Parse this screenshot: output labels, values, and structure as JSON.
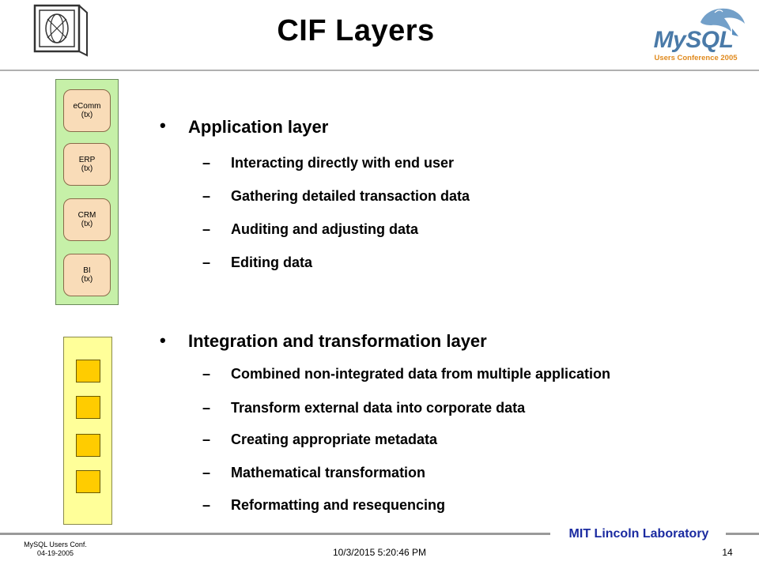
{
  "header": {
    "title": "CIF Layers",
    "mysql_logo_text": "MySQL",
    "mysql_conference": "Users Conference 2005"
  },
  "diagram_app": {
    "boxes": [
      {
        "name": "eComm",
        "sub": "(tx)"
      },
      {
        "name": "ERP",
        "sub": "(tx)"
      },
      {
        "name": "CRM",
        "sub": "(tx)"
      },
      {
        "name": "BI",
        "sub": "(tx)"
      }
    ],
    "colors": {
      "panel": "#c6f0a8",
      "box": "#f9dcb8"
    }
  },
  "diagram_int": {
    "colors": {
      "panel": "#ffff99",
      "box": "#ffcc00"
    }
  },
  "bullets": [
    {
      "symbol": "•",
      "text": "Application layer",
      "items": [
        {
          "dash": "–",
          "text": "Interacting directly with end user"
        },
        {
          "dash": "–",
          "text": "Gathering detailed transaction data"
        },
        {
          "dash": "–",
          "text": "Auditing and adjusting data"
        },
        {
          "dash": "–",
          "text": "Editing data"
        }
      ]
    },
    {
      "symbol": "•",
      "text": "Integration and transformation layer",
      "items": [
        {
          "dash": "–",
          "text": "Combined non-integrated data from multiple application"
        },
        {
          "dash": "–",
          "text": "Transform external data into corporate data"
        },
        {
          "dash": "–",
          "text": "Creating appropriate metadata"
        },
        {
          "dash": "–",
          "text": "Mathematical transformation"
        },
        {
          "dash": "–",
          "text": "Reformatting and resequencing"
        }
      ]
    }
  ],
  "footer": {
    "lab": "MIT Lincoln Laboratory",
    "conf_line1": "MySQL Users Conf.",
    "conf_line2": "04-19-2005",
    "date": "10/3/2015 5:20:46 PM",
    "page": "14",
    "lab_color": "#1a2aa0"
  }
}
